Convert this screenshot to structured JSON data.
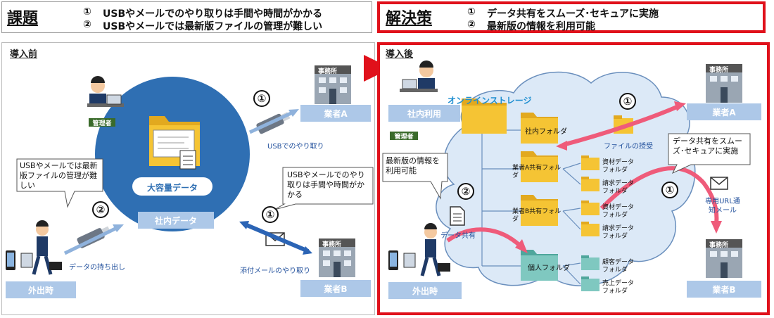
{
  "header_left": {
    "title": "課題",
    "line1_num": "①",
    "line1": "USBやメールでのやり取りは手間や時間がかかる",
    "line2_num": "②",
    "line2": "USBやメールでは最新版ファイルの管理が難しい"
  },
  "header_right": {
    "title": "解決策",
    "line1_num": "①",
    "line1": "データ共有をスムーズ･セキュアに実施",
    "line2_num": "②",
    "line2": "最新版の情報を利用可能"
  },
  "before": {
    "label": "導入前",
    "manager_badge": "管理者",
    "big_data_label": "大容量データ",
    "internal_data_label": "社内データ",
    "vendor_a_label": "業者A",
    "vendor_b_label": "業者B",
    "sign_text": "事務所",
    "usb_exchange_label": "USBでのやり取り",
    "mail_exchange_label": "添付メールのやり取り",
    "takeout_label": "データの持ち出し",
    "outside_label": "外出時",
    "callout_left": "USBやメールでは最新版ファイルの管理が難しい",
    "callout_right": "USBやメールでのやり取りは手間や時間がかかる",
    "num1": "①",
    "num2": "②"
  },
  "after": {
    "label": "導入後",
    "internal_use_label": "社内利用",
    "manager_badge": "管理者",
    "storage_label": "オンラインストレージ",
    "folder_internal": "社内フォルダ",
    "folder_vendor_a": "業者A共有フォルダ",
    "folder_vendor_b": "業者B共有フォルダ",
    "folder_personal": "個人フォルダ",
    "sub_material_a": "資材データフォルダ",
    "sub_invoice_a": "請求データフォルダ",
    "sub_material_b": "資材データフォルダ",
    "sub_invoice_b": "請求データフォルダ",
    "sub_customer": "顧客データフォルダ",
    "sub_sales": "売上データフォルダ",
    "file_transfer_label": "ファイルの授受",
    "callout_left": "最新版の情報を利用可能",
    "callout_right": "データ共有をスムーズ･セキュアに実施",
    "url_notice_label": "専用URL通知メール",
    "doc_label": "データ共有",
    "vendor_a_label": "業者A",
    "vendor_b_label": "業者B",
    "sign_text": "事務所",
    "outside_label": "外出時",
    "num1": "①",
    "num2": "②"
  },
  "colors": {
    "accent_red": "#e0111b",
    "circle_blue": "#2f6fb3",
    "box_blue": "#adc8e8",
    "cloud_fill": "#dce9f7",
    "folder_yellow": "#f5c434",
    "folder_teal": "#7fc8c0",
    "arrow_pink": "#ef5b7a",
    "badge_green": "#3a6b2b"
  }
}
